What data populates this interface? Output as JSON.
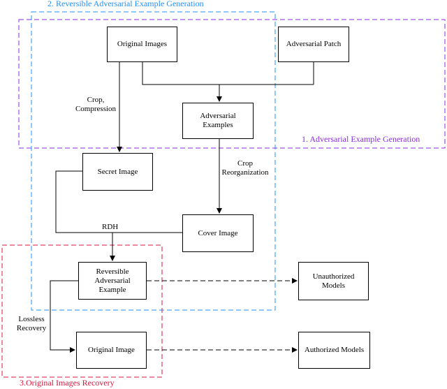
{
  "regions": {
    "reversible_generation": {
      "title": "2. Reversible Adversarial Example Generation",
      "color": "#1e90ff"
    },
    "adversarial_generation": {
      "title": "1. Adversarial Example Generation",
      "color": "#8a2be2"
    },
    "recovery": {
      "title": "3.Original Images Recovery",
      "color": "#dc143c"
    }
  },
  "nodes": {
    "original_images": "Original Images",
    "adversarial_patch": "Adversarial Patch",
    "adversarial_examples": [
      "Adversarial",
      "Examples"
    ],
    "secret_image": "Secret Image",
    "cover_image": "Cover Image",
    "reversible_adversarial_example": [
      "Reversible",
      "Adversarial",
      "Example"
    ],
    "original_image": "Original Image",
    "unauthorized_models": [
      "Unauthorized",
      "Models"
    ],
    "authorized_models": "Authorized Models"
  },
  "edge_labels": {
    "crop_compression": [
      "Crop,",
      "Compression"
    ],
    "crop_reorganization": [
      "Crop",
      "Reorganization"
    ],
    "rdh": "RDH",
    "lossless_recovery": [
      "Lossless",
      "Recovery"
    ]
  }
}
